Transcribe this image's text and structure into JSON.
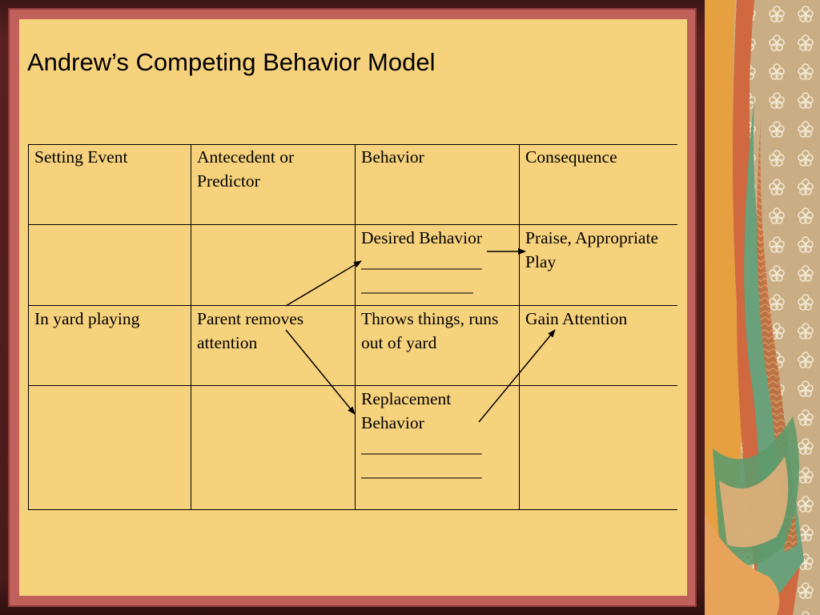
{
  "title": "Andrew’s Competing Behavior Model",
  "table": {
    "headers": [
      "Setting Event",
      "Antecedent or Predictor",
      "Behavior",
      "Consequence"
    ],
    "row_desired": {
      "behavior": "Desired Behavior",
      "blank1": "______________",
      "blank2": "_____________",
      "consequence": "Praise, Appropriate Play"
    },
    "row_problem": {
      "setting": "In yard playing",
      "antecedent": "Parent removes attention",
      "behavior": "Throws things, runs out of yard",
      "consequence": "Gain Attention"
    },
    "row_replacement": {
      "behavior": "Replacement Behavior",
      "blank1": "______________",
      "blank2": "______________"
    }
  },
  "colors": {
    "slide_bg": "#f7d27d",
    "frame": "#c0605a",
    "text": "#000000"
  }
}
